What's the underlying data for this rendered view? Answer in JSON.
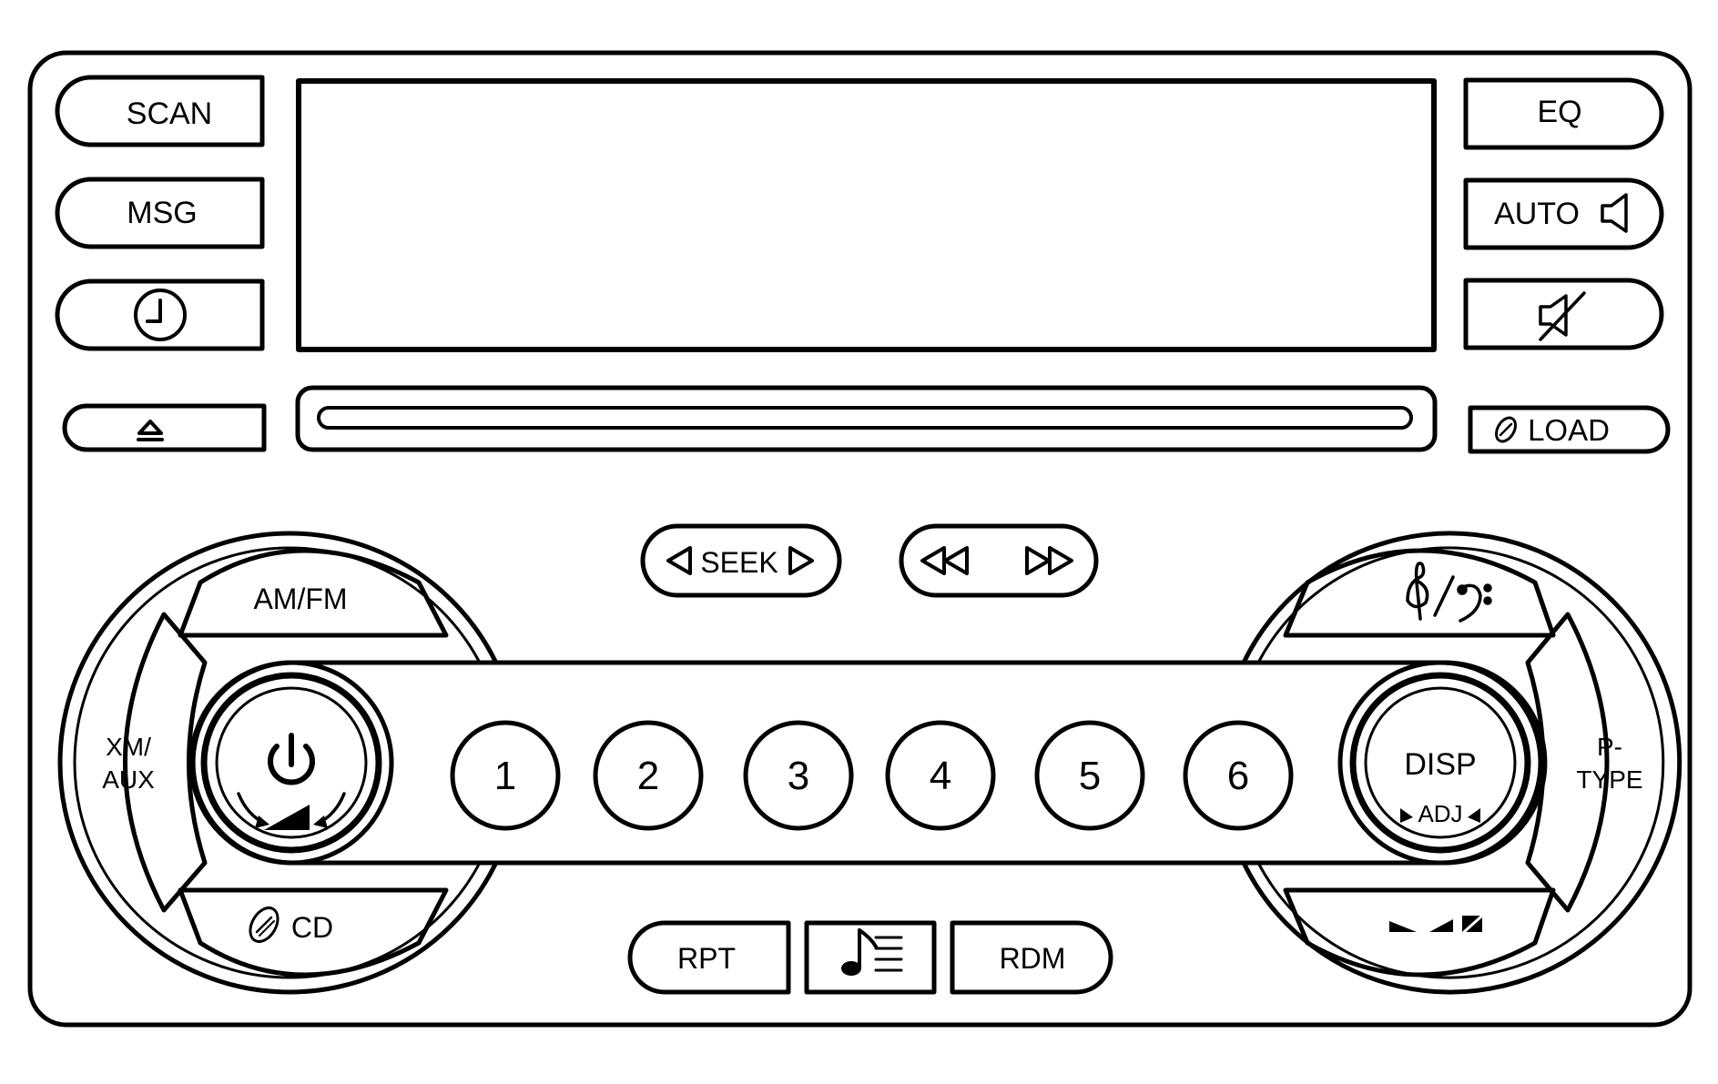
{
  "colors": {
    "ink": "#000000",
    "background": "#ffffff"
  },
  "left_buttons": {
    "scan": "SCAN",
    "msg": "MSG",
    "clock_icon": "clock-icon",
    "eject_icon": "eject-icon"
  },
  "right_buttons": {
    "eq": "EQ",
    "auto": "AUTO",
    "auto_icon": "speaker-icon",
    "mute_icon": "mute-speaker-icon",
    "load": "LOAD",
    "load_icon": "disc-icon"
  },
  "transport": {
    "seek": "SEEK",
    "seek_left_icon": "triangle-left-icon",
    "seek_right_icon": "triangle-right-icon",
    "rewind_icon": "rewind-icon",
    "fast_forward_icon": "fast-forward-icon"
  },
  "left_knob": {
    "top": "AM/FM",
    "left_line1": "XM/",
    "left_line2": "AUX",
    "bottom": "CD",
    "bottom_icon": "disc-icon",
    "center_icon": "power-icon",
    "volume_icon": "volume-wedge-icon"
  },
  "presets": [
    "1",
    "2",
    "3",
    "4",
    "5",
    "6"
  ],
  "right_knob": {
    "center": "DISP",
    "adjust": "ADJ",
    "right_line1": "P-",
    "right_line2": "TYPE",
    "top_icon": "treble-bass-icon",
    "bottom_icon": "fade-balance-icon"
  },
  "bottom_buttons": {
    "rpt": "RPT",
    "music_list_icon": "music-list-icon",
    "rdm": "RDM"
  }
}
